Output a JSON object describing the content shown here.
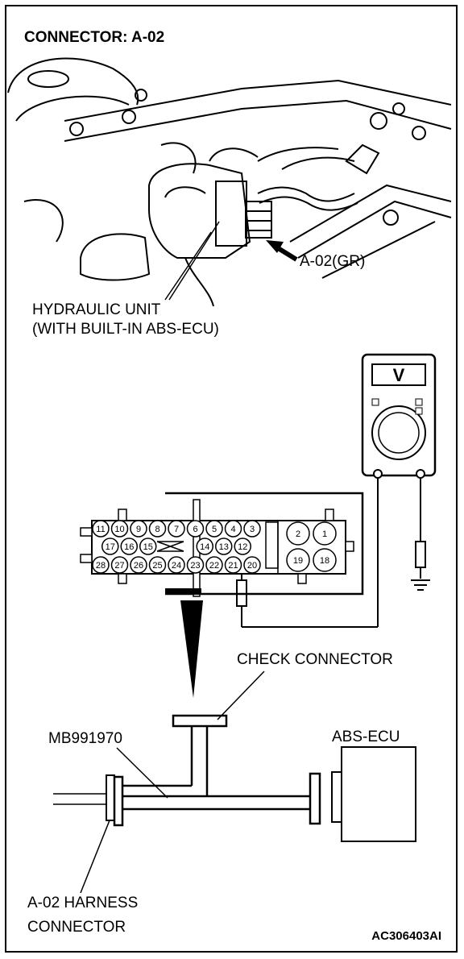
{
  "title": "CONNECTOR: A-02",
  "engine_view": {
    "callout_connector": "A-02(GR)",
    "callout_unit_line1": "HYDRAULIC UNIT",
    "callout_unit_line2": "(WITH BUILT-IN ABS-ECU)"
  },
  "voltmeter": {
    "display_symbol": "V"
  },
  "connector_face": {
    "row1_pins": [
      "11",
      "10",
      "9",
      "8",
      "7",
      "6",
      "5",
      "4",
      "3"
    ],
    "row2_pins": [
      "17",
      "16",
      "15",
      "14",
      "13",
      "12"
    ],
    "row3_pins": [
      "28",
      "27",
      "26",
      "25",
      "24",
      "23",
      "22",
      "21",
      "20"
    ],
    "block_top_pins": [
      "2",
      "1"
    ],
    "block_bottom_pins": [
      "19",
      "18"
    ]
  },
  "harness": {
    "check_connector_label": "CHECK CONNECTOR",
    "tool_label": "MB991970",
    "ecu_label": "ABS-ECU",
    "harness_connector_line1": "A-02 HARNESS",
    "harness_connector_line2": "CONNECTOR"
  },
  "figure_code": "AC306403AI"
}
